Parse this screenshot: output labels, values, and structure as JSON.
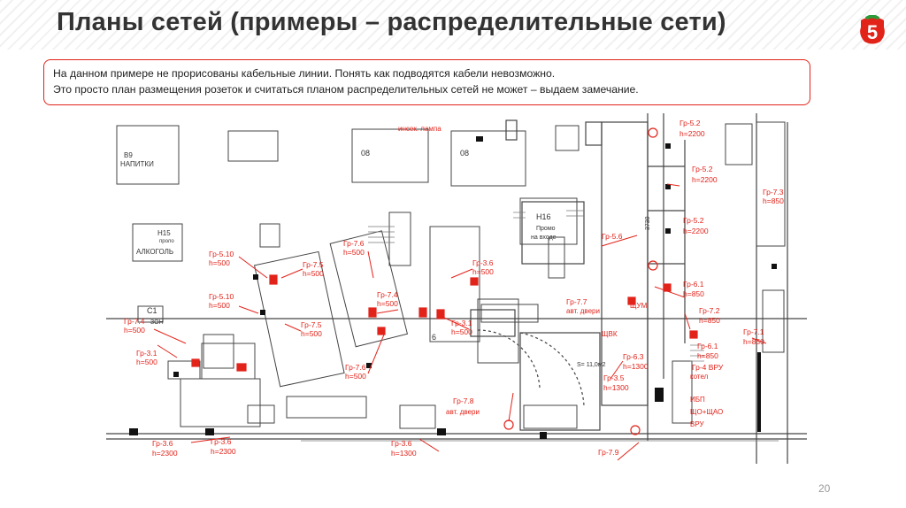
{
  "header": {
    "title": "Планы сетей (примеры – распределительные сети)",
    "logo_text": "5"
  },
  "notice": {
    "line1": "На данном примере не прорисованы кабельные линии. Понять как подводятся кабели невозможно.",
    "line2": "Это просто план размещения розеток и считаться планом распределительных сетей не может – выдаем замечание."
  },
  "plan": {
    "room_labels": [
      {
        "id": "b9",
        "text": "В9"
      },
      {
        "id": "drinks",
        "text": "НАПИТКИ"
      },
      {
        "id": "h15",
        "text": "Н15"
      },
      {
        "id": "h15-sub",
        "text": "проло"
      },
      {
        "id": "alcohol",
        "text": "АЛКОГОЛЬ"
      },
      {
        "id": "o8a",
        "text": "08"
      },
      {
        "id": "o8b",
        "text": "08"
      },
      {
        "id": "h16",
        "text": "Н16"
      },
      {
        "id": "h16-sub",
        "text": "Промо"
      },
      {
        "id": "entrance",
        "text": "на входе"
      },
      {
        "id": "c1",
        "text": "С1"
      },
      {
        "id": "zone",
        "text": "ЗОН"
      },
      {
        "id": "area",
        "text": "S= 11,0м2"
      },
      {
        "id": "shchum",
        "text": "ЩУМ"
      },
      {
        "id": "shchvk",
        "text": "ЩВК"
      },
      {
        "id": "ibp",
        "text": "ИБП"
      },
      {
        "id": "shcho",
        "text": "ЩО+ЩАО"
      },
      {
        "id": "vru",
        "text": "ВРУ"
      },
      {
        "id": "kotel",
        "text": "котел"
      },
      {
        "id": "num6",
        "text": "6"
      },
      {
        "id": "num3730",
        "text": "3730"
      },
      {
        "id": "insect",
        "text": "инсек. лампа"
      },
      {
        "id": "avt1",
        "text": "авт. двери"
      },
      {
        "id": "avt2",
        "text": "авт. двери"
      }
    ],
    "socket_labels": [
      {
        "group": "Гр-5.10",
        "height": "h=500"
      },
      {
        "group": "Гр-5.10",
        "height": "h=500"
      },
      {
        "group": "Гр-7.5",
        "height": "h=500"
      },
      {
        "group": "Гр-7.5",
        "height": "h=500"
      },
      {
        "group": "Гр-7.6",
        "height": "h=500"
      },
      {
        "group": "Гр-7.4",
        "height": "h=500"
      },
      {
        "group": "Гр-7.6",
        "height": "h=500"
      },
      {
        "group": "Гр-3.6",
        "height": "h=500"
      },
      {
        "group": "Гр-3.1",
        "height": "h=500"
      },
      {
        "group": "Гр-7.4",
        "height": "h=500"
      },
      {
        "group": "Гр-3.1",
        "height": "h=500"
      },
      {
        "group": "Гр-3.6",
        "height": "h=2300"
      },
      {
        "group": "Гр-3.6",
        "height": "h=2300"
      },
      {
        "group": "Гр-3.6",
        "height": "h=1300"
      },
      {
        "group": "Гр-7.8",
        "height": ""
      },
      {
        "group": "Гр-7.9",
        "height": ""
      },
      {
        "group": "Гр-7.7",
        "height": ""
      },
      {
        "group": "Гр-5.6",
        "height": ""
      },
      {
        "group": "Гр-6.3",
        "height": "h=1300"
      },
      {
        "group": "Гр-3.5",
        "height": "h=1300"
      },
      {
        "group": "Гр-5.2",
        "height": "h=2200"
      },
      {
        "group": "Гр-5.2",
        "height": "h=2200"
      },
      {
        "group": "Гр-5.2",
        "height": "h=2200"
      },
      {
        "group": "Гр-7.3",
        "height": "h=850"
      },
      {
        "group": "Гр-6.1",
        "height": "h=850"
      },
      {
        "group": "Гр-7.2",
        "height": "h=850"
      },
      {
        "group": "Гр-6.1",
        "height": "h=850"
      },
      {
        "group": "Гр-7.1",
        "height": "h=850"
      },
      {
        "group": "Гр-4 ВРУ",
        "height": ""
      }
    ]
  },
  "footer": {
    "page_number": "20"
  }
}
